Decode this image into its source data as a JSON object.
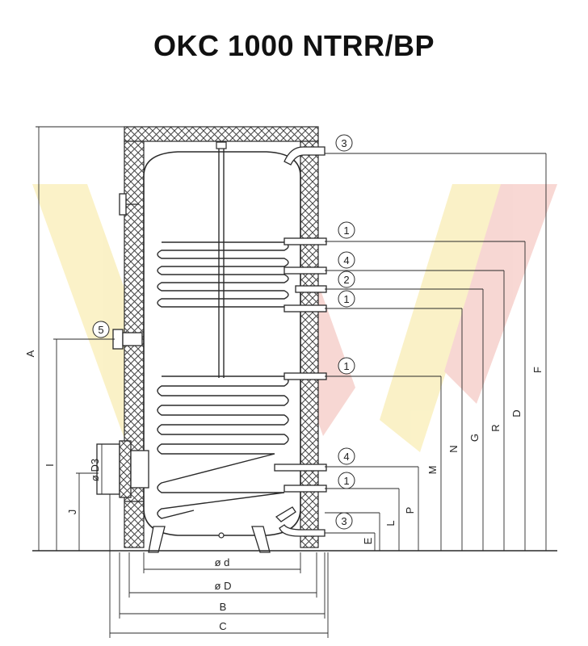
{
  "title": "OKC 1000 NTRR/BP",
  "colors": {
    "line": "#2a2a2a",
    "insulation_hatch": "#444444",
    "watermark_yellow": "#f7e79a",
    "watermark_red": "#f2b8b0"
  },
  "connection_markers": [
    "3",
    "1",
    "4",
    "2",
    "1",
    "5",
    "1",
    "4",
    "1",
    "3"
  ],
  "height_labels": [
    "A",
    "F",
    "D",
    "R",
    "G",
    "N",
    "M",
    "P",
    "L",
    "E",
    "I",
    "J"
  ],
  "flange_label": "ø D3",
  "width_labels": [
    "ø d",
    "ø D",
    "B",
    "C"
  ]
}
